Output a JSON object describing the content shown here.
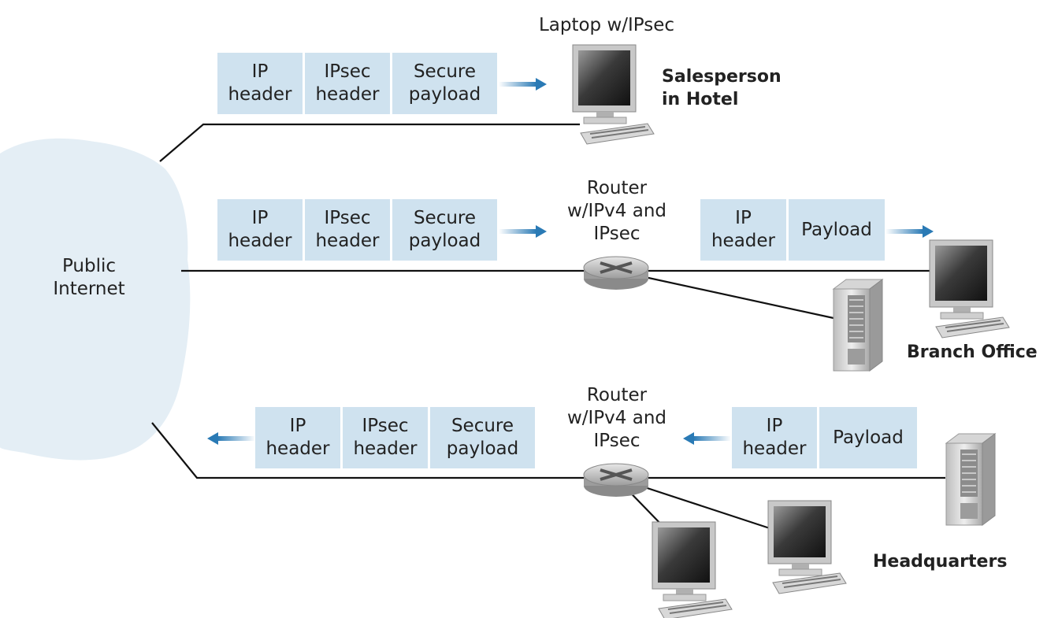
{
  "cloud": {
    "label": "Public\nInternet"
  },
  "hotel": {
    "device_label": "Laptop w/IPsec",
    "site_label": "Salesperson\nin Hotel",
    "packet": [
      "IP\nheader",
      "IPsec\nheader",
      "Secure\npayload"
    ]
  },
  "branch": {
    "router_label": "Router\nw/IPv4 and\nIPsec",
    "site_label": "Branch Office",
    "packet_secure": [
      "IP\nheader",
      "IPsec\nheader",
      "Secure\npayload"
    ],
    "packet_plain": [
      "IP\nheader",
      "Payload"
    ]
  },
  "hq": {
    "router_label": "Router\nw/IPv4 and\nIPsec",
    "site_label": "Headquarters",
    "packet_secure": [
      "IP\nheader",
      "IPsec\nheader",
      "Secure\npayload"
    ],
    "packet_plain": [
      "IP\nheader",
      "Payload"
    ]
  },
  "colors": {
    "packet_fill": "#cfe2ef",
    "arrow": "#2a7ab5",
    "cloud": "#e4eef5"
  }
}
